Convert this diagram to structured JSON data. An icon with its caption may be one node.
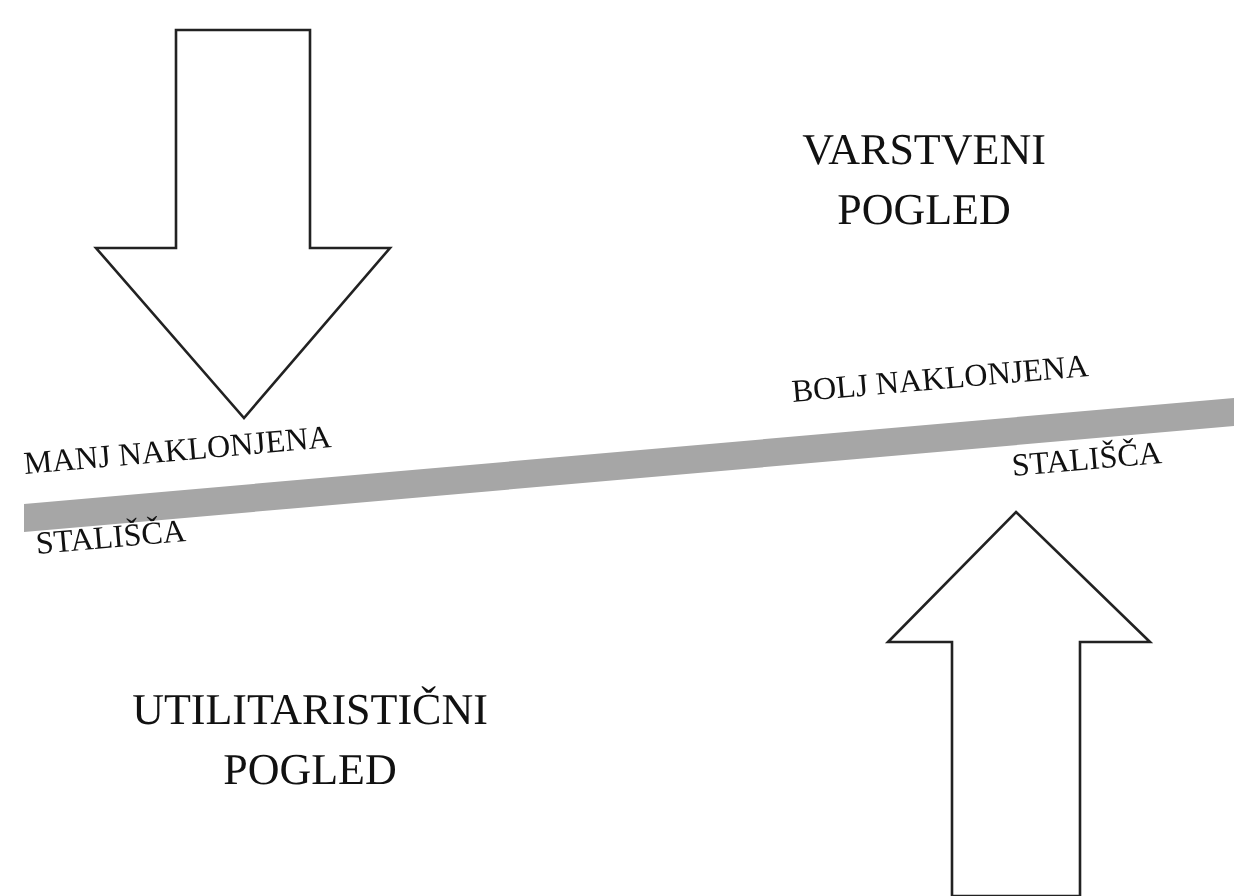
{
  "diagram": {
    "labels": [
      "VARSTVENI POGLED",
      "MANJ NAKLONJENA",
      "BOLJ NAKLONJENA",
      "STALIŠČA",
      "STALIŠČA",
      "UTILITARISTIČNI POGLED"
    ]
  }
}
